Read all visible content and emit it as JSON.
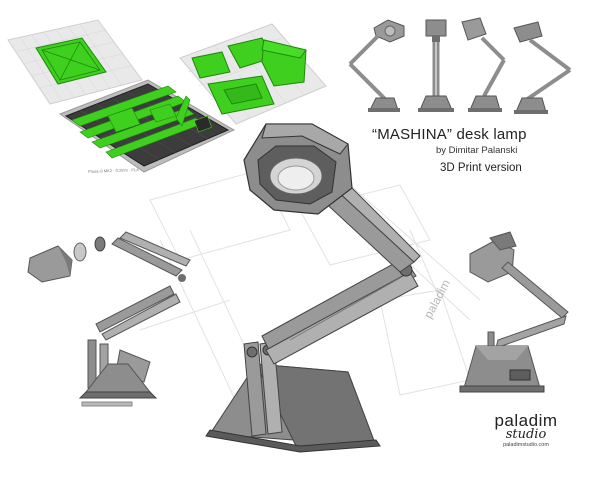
{
  "title": "“MASHINA” desk lamp",
  "byline": "by Dimitar Palanski",
  "version": "3D Print version",
  "logo": {
    "main": "paladim",
    "sub": "studio",
    "url": "paladimstudio.com"
  },
  "watermark": "paladim",
  "colors": {
    "part_green": "#3ecf1f",
    "print_bed": "#3c3c3c",
    "grid_bed": "#e7e7e7",
    "lamp_gray": "#8d8d8d",
    "lamp_dark": "#5e5e5e",
    "lamp_light": "#b9b9b9"
  }
}
